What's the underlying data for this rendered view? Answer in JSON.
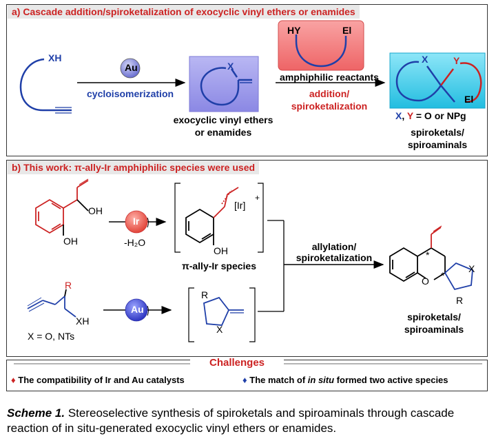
{
  "panel_a": {
    "title": "a) Cascade addition/spiroketalization of exocyclic vinyl ethers or enamides",
    "sm_label": "XH",
    "au_label": "Au",
    "cyclo_label": "cycloisomerization",
    "x_label": "X",
    "exo_label_1": "exocyclic vinyl ethers",
    "exo_label_2": "or enamides",
    "hy_label": "HY",
    "el_label": "El",
    "amphiphilic_label": "amphiphilic reactants",
    "addition_label_1": "addition/",
    "addition_label_2": "spiroketalization",
    "prod_x_label": "X",
    "prod_y_label": "Y",
    "prod_el_label": "El",
    "xy_note_x": "X",
    "xy_note_y": "Y",
    "xy_note_rest": "= O or NPg",
    "product_label_1": "spiroketals/",
    "product_label_2": "spiroaminals"
  },
  "panel_b": {
    "title": "b) This work: π-ally-Ir amphiphilic species were used",
    "oh_label_1": "OH",
    "oh_label_2": "OH",
    "ir_label": "Ir",
    "h2o_label": "-H₂O",
    "ir_complex_label": "[Ir]",
    "plus_label": "+",
    "oh_label_3": "OH",
    "pi_allyl_label": "π-ally-Ir species",
    "r_label_1": "R",
    "xh_label": "XH",
    "x_def_label": "X = O, NTs",
    "au_label": "Au",
    "r_label_2": "R",
    "x_label_2": "X",
    "allylation_label_1": "allylation/",
    "allylation_label_2": "spiroketalization",
    "star_1": "*",
    "star_2": "*",
    "o_label": "O",
    "x_label_3": "X",
    "r_label_3": "R",
    "product_label_1": "spiroketals/",
    "product_label_2": "spiroaminals"
  },
  "challenges": {
    "title": "Challenges",
    "item_1": "The compatibility of Ir and Au catalysts",
    "item_2_a": "The match of ",
    "item_2_b": "in situ",
    "item_2_c": " formed two active species",
    "bullet_1": "♦",
    "bullet_2": "♦"
  },
  "caption": {
    "head": "Scheme 1.",
    "text": " Stereoselective synthesis of spiroketals and spiroaminals through cascade reaction of in situ-generated exocyclic vinyl ethers or enamides."
  },
  "colors": {
    "red": "#cc2222",
    "blue": "#1f3fa8",
    "au_ball": "#3f46d6",
    "ir_ball": "#ec5c52",
    "vinyl_box": "#8f8de8",
    "hy_box": "#f2787a",
    "product_box": "#35c9e8"
  }
}
